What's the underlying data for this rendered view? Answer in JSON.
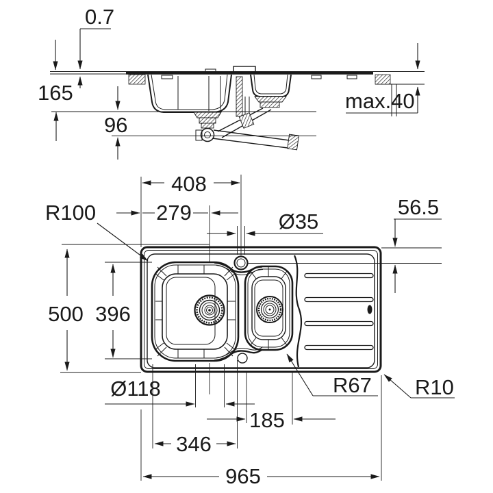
{
  "drawing": {
    "background_color": "#ffffff",
    "line_color": "#1a1a1a"
  },
  "labels": {
    "rim_height": "0.7",
    "depth_total": "165",
    "trap_depth": "96",
    "counter_max": "max.40",
    "edge_to_tap": "408",
    "edge_to_drain": "279",
    "tap_hole_dia": "Ø35",
    "tap_offset": "56.5",
    "overall_depth": "500",
    "bowl_depth_plan": "396",
    "drain_dia": "Ø118",
    "small_bowl_width": "185",
    "bowl_width": "346",
    "overall_width": "965",
    "bowl_corner_radius": "R100",
    "small_bowl_radius": "R67",
    "outline_radius": "R10"
  }
}
